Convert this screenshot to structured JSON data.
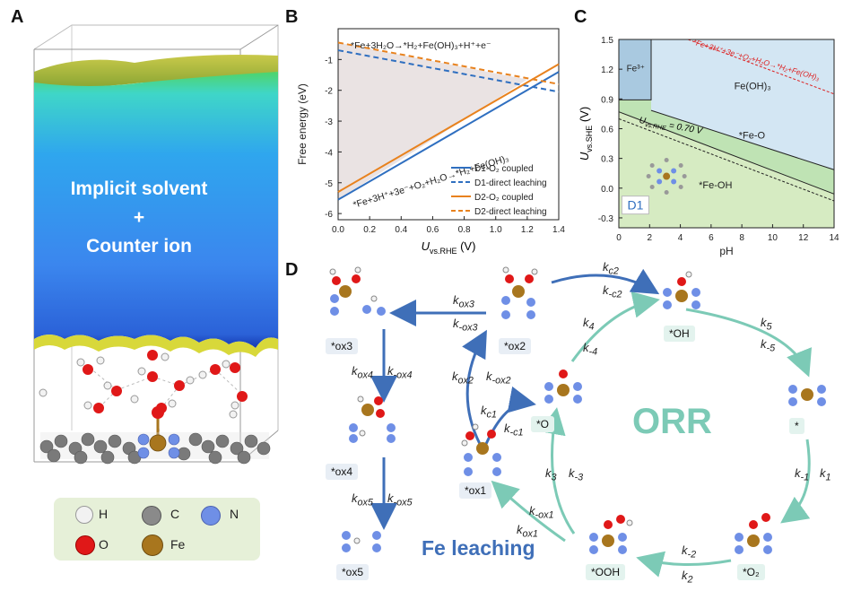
{
  "panels": {
    "a": "A",
    "b": "B",
    "c": "C",
    "d": "D"
  },
  "panel_a": {
    "slab_text_line1": "Implicit solvent",
    "slab_text_line2": "+",
    "slab_text_line3": "Counter ion",
    "legend": [
      {
        "label": "H",
        "color": "#f2f2f2"
      },
      {
        "label": "C",
        "color": "#8a8a8a"
      },
      {
        "label": "N",
        "color": "#6f8fe6"
      },
      {
        "label": "O",
        "color": "#e01818"
      },
      {
        "label": "Fe",
        "color": "#a8761e"
      }
    ]
  },
  "chart_b": {
    "type": "line",
    "ylabel": "Free energy (eV)",
    "xlabel_main": "U",
    "xlabel_sub": "vs.RHE",
    "xlabel_unit": " (V)",
    "xlim": [
      0.0,
      1.4
    ],
    "ylim": [
      -6.2,
      0.0
    ],
    "xticks": [
      "0.0",
      "0.2",
      "0.4",
      "0.6",
      "0.8",
      "1.0",
      "1.2",
      "1.4"
    ],
    "yticks": [
      "-1",
      "-2",
      "-3",
      "-4",
      "-5",
      "-6"
    ],
    "series": [
      {
        "name": "D1-O₂ coupled",
        "color": "#2f6fc0",
        "dash": false,
        "x": [
          0.0,
          1.4
        ],
        "y": [
          -5.55,
          -1.4
        ]
      },
      {
        "name": "D1-direct leaching",
        "color": "#2f6fc0",
        "dash": true,
        "x": [
          0.0,
          1.4
        ],
        "y": [
          -0.7,
          -2.05
        ]
      },
      {
        "name": "D2-O₂ coupled",
        "color": "#e8821e",
        "dash": false,
        "x": [
          0.0,
          1.4
        ],
        "y": [
          -5.3,
          -1.15
        ]
      },
      {
        "name": "D2-direct leaching",
        "color": "#e8821e",
        "dash": true,
        "x": [
          0.0,
          1.4
        ],
        "y": [
          -0.45,
          -1.8
        ]
      }
    ],
    "annot_top": "*Fe+3H₂O→*H₂+Fe(OH)₃+H⁺+e⁻",
    "annot_bottom": "*Fe+3H⁺+3e⁻+O₂+H₂O→*H₂+Fe(OH)₃"
  },
  "chart_c": {
    "type": "area",
    "ylabel_main": "U",
    "ylabel_sub": "vs.SHE",
    "ylabel_unit": " (V)",
    "xlabel": "pH",
    "xlim": [
      0,
      14
    ],
    "ylim": [
      -0.4,
      1.5
    ],
    "xticks": [
      "0",
      "2",
      "4",
      "6",
      "8",
      "10",
      "12",
      "14"
    ],
    "yticks": [
      "1.5",
      "1.2",
      "0.9",
      "0.6",
      "0.3",
      "0.0",
      "-0.3"
    ],
    "regions": {
      "fe3": "Fe³⁺",
      "feoh3": "Fe(OH)₃",
      "feo": "*Fe-O",
      "feoh": "*Fe-OH"
    },
    "dashed_label": "U",
    "dashed_label_sub": "vs.RHE",
    "dashed_label_rest": " = 0.70 V",
    "red_label": "*Fe+3H⁺+3e⁻+O₂+H₂O→*H₂+Fe(OH)₃",
    "badge": "D1",
    "colors": {
      "fe3": "#a9c9e0",
      "feoh3": "#d3e6f3",
      "feo": "#bfe3b4",
      "feoh": "#d6ebc2"
    }
  },
  "panel_d": {
    "states": {
      "ox3": "*ox3",
      "ox2": "*ox2",
      "oh": "*OH",
      "ox4": "*ox4",
      "o": "*O",
      "star": "*",
      "ox1": "*ox1",
      "ox5": "*ox5",
      "ooh": "*OOH",
      "o2": "*O₂"
    },
    "orr": "ORR",
    "fe_leaching": "Fe leaching",
    "rates": {
      "kc2": "k",
      "kc2_sub": "c2",
      "kmc2": "k",
      "kmc2_sub": "-c2",
      "kox3": "k",
      "kox3_sub": "ox3",
      "kmox3": "k",
      "kmox3_sub": "-ox3",
      "k4": "k",
      "k4_sub": "4",
      "km4": "k",
      "km4_sub": "-4",
      "k5": "k",
      "k5_sub": "5",
      "km5": "k",
      "km5_sub": "-5",
      "kox4": "k",
      "kox4_sub": "ox4",
      "kmox4": "k",
      "kmox4_sub": "-ox4",
      "kox2": "k",
      "kox2_sub": "ox2",
      "kmox2": "k",
      "kmox2_sub": "-ox2",
      "kc1": "k",
      "kc1_sub": "c1",
      "kmc1": "k",
      "kmc1_sub": "-c1",
      "k3": "k",
      "k3_sub": "3",
      "km3": "k",
      "km3_sub": "-3",
      "km1": "k",
      "km1_sub": "-1",
      "k1": "k",
      "k1_sub": "1",
      "kox5": "k",
      "kox5_sub": "ox5",
      "kmox5": "k",
      "kmox5_sub": "-ox5",
      "kmox1": "k",
      "kmox1_sub": "-ox1",
      "kox1": "k",
      "kox1_sub": "ox1",
      "km2": "k",
      "km2_sub": "-2",
      "k2": "k",
      "k2_sub": "2"
    }
  }
}
